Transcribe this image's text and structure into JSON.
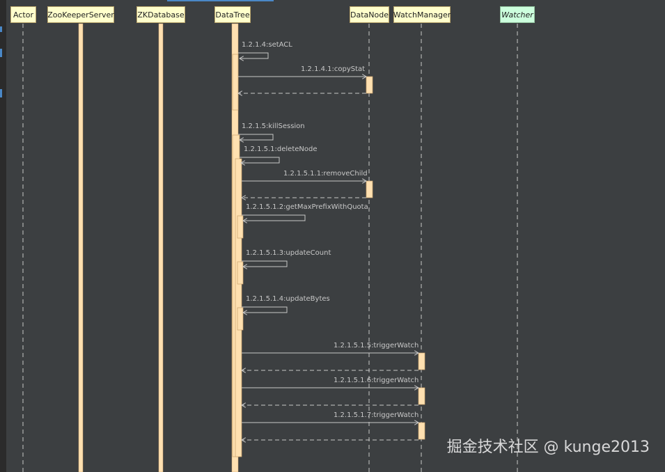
{
  "participants": [
    {
      "name": "Actor",
      "style": "normal"
    },
    {
      "name": "ZooKeeperServer",
      "style": "normal"
    },
    {
      "name": "ZKDatabase",
      "style": "normal"
    },
    {
      "name": "DataTree",
      "style": "normal"
    },
    {
      "name": "DataNode",
      "style": "normal"
    },
    {
      "name": "WatchManager",
      "style": "normal"
    },
    {
      "name": "Watcher",
      "style": "italic"
    }
  ],
  "messages": [
    {
      "label": "1.2.1.4:setACL",
      "from": "DataTree",
      "to": "DataTree",
      "kind": "self"
    },
    {
      "label": "1.2.1.4.1:copyStat",
      "from": "DataTree",
      "to": "DataNode",
      "kind": "call"
    },
    {
      "label": "",
      "from": "DataNode",
      "to": "DataTree",
      "kind": "return"
    },
    {
      "label": "1.2.1.5:killSession",
      "from": "DataTree",
      "to": "DataTree",
      "kind": "self"
    },
    {
      "label": "1.2.1.5.1:deleteNode",
      "from": "DataTree",
      "to": "DataTree",
      "kind": "self"
    },
    {
      "label": "1.2.1.5.1.1:removeChild",
      "from": "DataTree",
      "to": "DataNode",
      "kind": "call"
    },
    {
      "label": "",
      "from": "DataNode",
      "to": "DataTree",
      "kind": "return"
    },
    {
      "label": "1.2.1.5.1.2:getMaxPrefixWithQuota",
      "from": "DataTree",
      "to": "DataTree",
      "kind": "self"
    },
    {
      "label": "1.2.1.5.1.3:updateCount",
      "from": "DataTree",
      "to": "DataTree",
      "kind": "self"
    },
    {
      "label": "1.2.1.5.1.4:updateBytes",
      "from": "DataTree",
      "to": "DataTree",
      "kind": "self"
    },
    {
      "label": "1.2.1.5.1.5:triggerWatch",
      "from": "DataTree",
      "to": "WatchManager",
      "kind": "call"
    },
    {
      "label": "",
      "from": "WatchManager",
      "to": "DataTree",
      "kind": "return"
    },
    {
      "label": "1.2.1.5.1.6:triggerWatch",
      "from": "DataTree",
      "to": "WatchManager",
      "kind": "call"
    },
    {
      "label": "",
      "from": "WatchManager",
      "to": "DataTree",
      "kind": "return"
    },
    {
      "label": "1.2.1.5.1.7:triggerWatch",
      "from": "DataTree",
      "to": "WatchManager",
      "kind": "call"
    },
    {
      "label": "",
      "from": "WatchManager",
      "to": "DataTree",
      "kind": "return"
    }
  ],
  "watermark": "掘金技术社区 @ kunge2013",
  "colors": {
    "background": "#3c3f41",
    "lifeline": "#c8c8c8",
    "activation": "#ffe0b0",
    "arrow": "#c8c8c8",
    "participant_fill": "#ffffcc",
    "watcher_fill": "#ccffdd"
  }
}
